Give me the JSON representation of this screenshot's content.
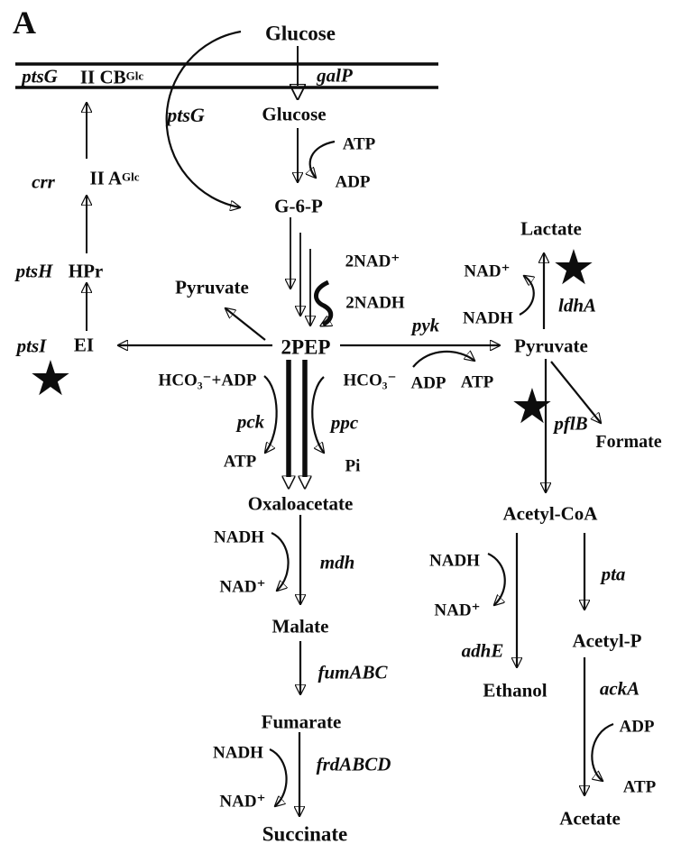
{
  "panel_label": "A",
  "colors": {
    "ink": "#0d0d0d",
    "background": "#ffffff"
  },
  "star_icon": "★",
  "membrane": {
    "gene_left": "ptsG",
    "carrier": {
      "base": "II CB",
      "sup": "Glc"
    },
    "gene_right": "galP"
  },
  "pts": {
    "crr_gene": "crr",
    "iia": {
      "base": "II A",
      "sup": "Glc"
    },
    "ptsH_gene": "ptsH",
    "hpr": "HPr",
    "ptsI_gene": "ptsI",
    "ei": "EI",
    "ptsG_curve_gene": "ptsG",
    "pyruvate": "Pyruvate"
  },
  "glycolysis": {
    "glucose_out": "Glucose",
    "glucose_in": "Glucose",
    "atp": "ATP",
    "adp": "ADP",
    "g6p": "G-6-P",
    "nad2": "2NAD⁺",
    "nadh2": "2NADH",
    "pep": "2PEP"
  },
  "pyk_branch": {
    "gene": "pyk",
    "adp": "ADP",
    "atp": "ATP",
    "pyruvate": "Pyruvate"
  },
  "lactate_branch": {
    "product": "Lactate",
    "gene": "ldhA",
    "nad": "NAD⁺",
    "nadh": "NADH"
  },
  "pfl_branch": {
    "gene": "pflB",
    "formate": "Formate",
    "acetyl_coa": "Acetyl-CoA"
  },
  "anaplerotic": {
    "hco3_adp": "HCO₃⁻+ADP",
    "pck_gene": "pck",
    "atp": "ATP",
    "hco3": "HCO₃⁻",
    "ppc_gene": "ppc",
    "pi": "Pi"
  },
  "succinate_branch": {
    "oxaloacetate": "Oxaloacetate",
    "mdh_gene": "mdh",
    "nadh_mdh": "NADH",
    "nad_mdh": "NAD⁺",
    "malate": "Malate",
    "fum_gene": "fumABC",
    "fumarate": "Fumarate",
    "frd_gene": "frdABCD",
    "nadh_frd": "NADH",
    "nad_frd": "NAD⁺",
    "succinate": "Succinate"
  },
  "ethanol_branch": {
    "gene": "adhE",
    "nadh": "NADH",
    "nad": "NAD⁺",
    "ethanol": "Ethanol"
  },
  "acetate_branch": {
    "pta_gene": "pta",
    "acetyl_p": "Acetyl-P",
    "ack_gene": "ackA",
    "adp": "ADP",
    "atp": "ATP",
    "acetate": "Acetate"
  }
}
